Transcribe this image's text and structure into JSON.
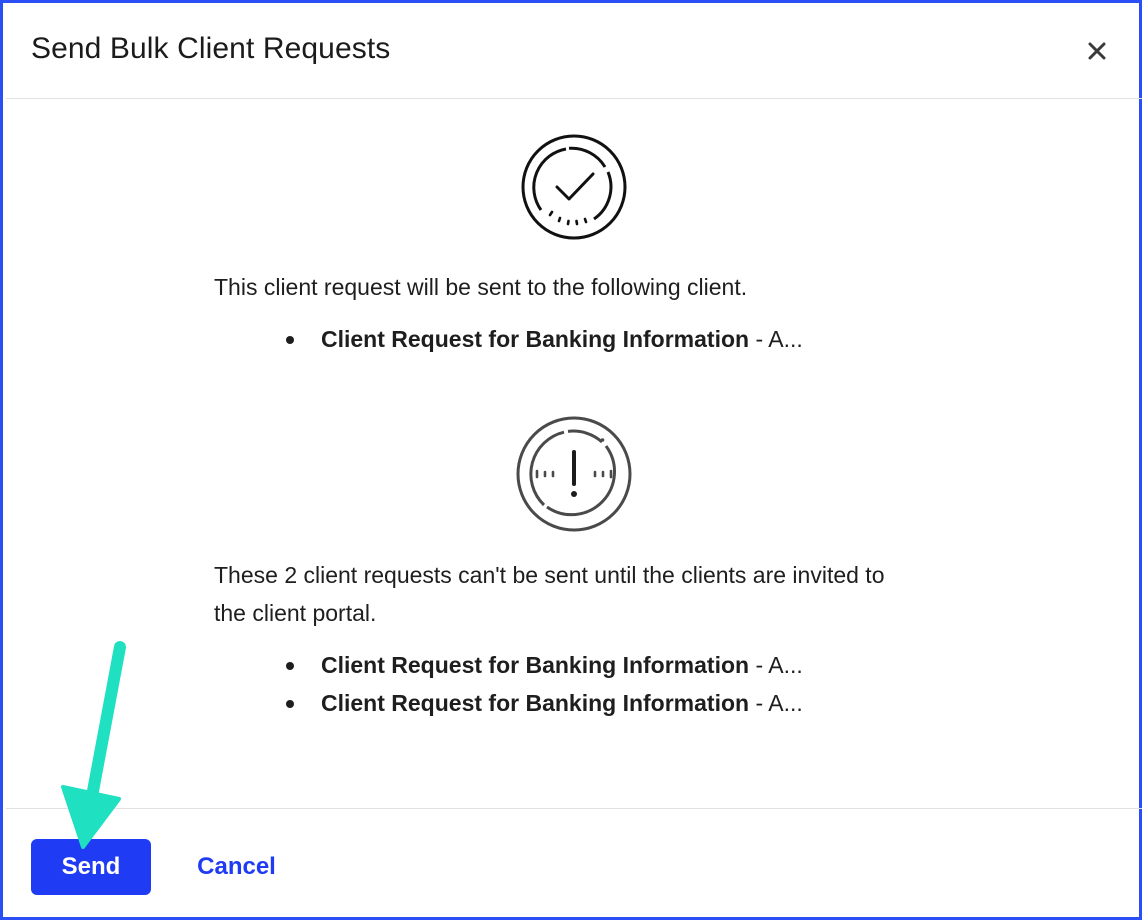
{
  "dialog": {
    "title": "Send Bulk Client Requests",
    "close_icon": "close-icon"
  },
  "success": {
    "icon": "check-circle-icon",
    "message": "This client request will be sent to the following client.",
    "items": [
      {
        "name": "Client Request for Banking Information",
        "suffix": " - A..."
      }
    ]
  },
  "warning": {
    "icon": "exclamation-circle-icon",
    "message": "These 2 client requests can't be sent until the clients are invited to the client portal.",
    "items": [
      {
        "name": "Client Request for Banking Information",
        "suffix": " - A..."
      },
      {
        "name": "Client Request for Banking Information",
        "suffix": " - A..."
      }
    ]
  },
  "footer": {
    "send_label": "Send",
    "cancel_label": "Cancel"
  },
  "annotation": {
    "icon": "pointer-arrow-icon",
    "color": "#1fe0c0"
  },
  "colors": {
    "accent": "#1f3cf4",
    "frame": "#2a4ff5"
  }
}
